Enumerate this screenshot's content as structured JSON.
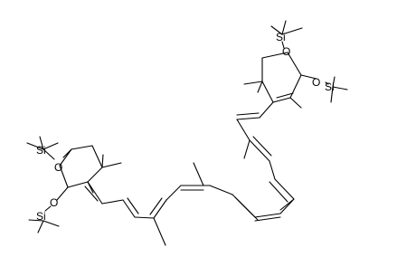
{
  "diagram": {
    "type": "structural-formula",
    "line_color": "#000000",
    "background": "#ffffff",
    "atom_labels": {
      "si_top": "Si",
      "o_top": "O",
      "o_right": "O",
      "si_right": "Si",
      "o_left_top": "O",
      "si_left_top": "Si",
      "o_left_bottom": "O",
      "si_left_bottom": "Si"
    }
  }
}
